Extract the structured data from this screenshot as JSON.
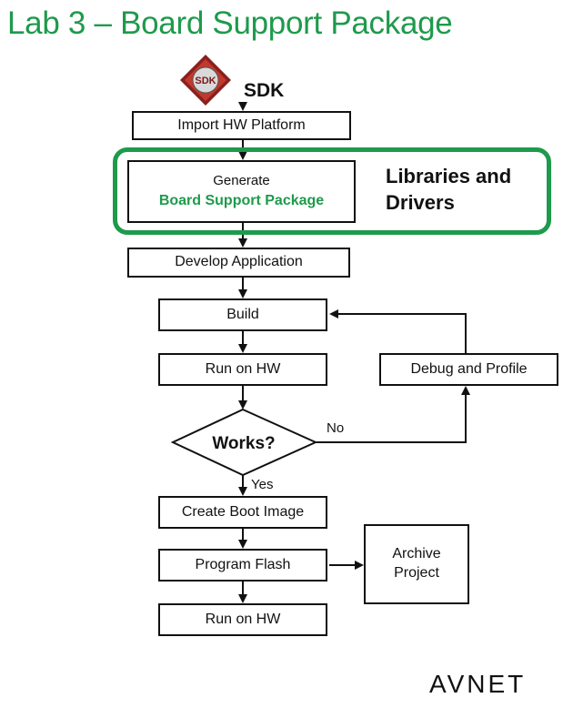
{
  "header": {
    "title": "Lab 3 – Board Support Package"
  },
  "sdk": {
    "badge": "SDK",
    "label": "SDK"
  },
  "steps": {
    "import_hw": "Import HW Platform",
    "bsp_generate": "Generate",
    "bsp_name": "Board Support Package",
    "develop": "Develop Application",
    "build": "Build",
    "run_hw_1": "Run on HW",
    "debug": "Debug and Profile",
    "decision": "Works?",
    "boot_image": "Create Boot Image",
    "program_flash": "Program Flash",
    "archive_line1": "Archive",
    "archive_line2": "Project",
    "run_hw_2": "Run on HW"
  },
  "highlight": {
    "line1": "Libraries and",
    "line2": "Drivers"
  },
  "edge_labels": {
    "no": "No",
    "yes": "Yes"
  },
  "brand": {
    "name": "AVNET",
    "color": "#1e9a4c"
  }
}
